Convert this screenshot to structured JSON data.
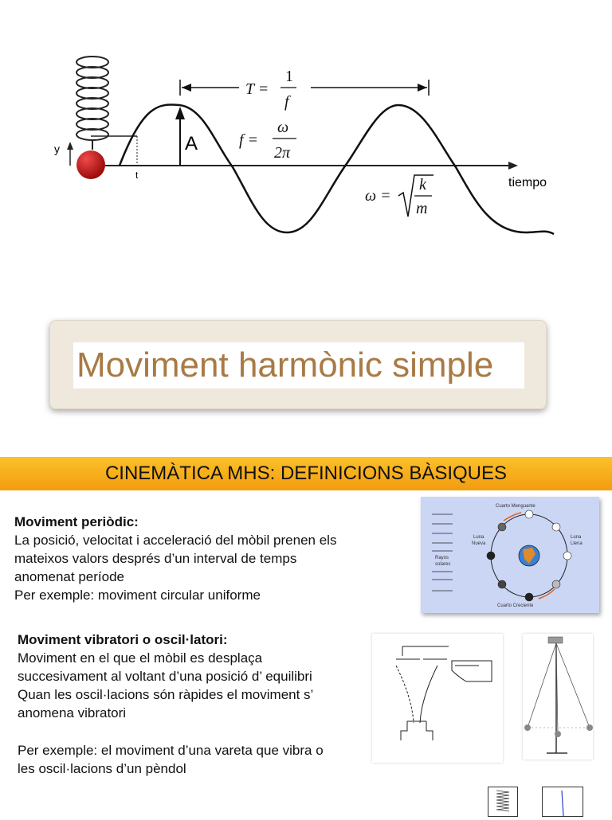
{
  "slide1": {
    "figure": {
      "y_label": "y",
      "t_label": "t",
      "amplitude_label": "A",
      "time_axis_label": "tiempo",
      "period_formula": {
        "lhs": "T =",
        "num": "1",
        "den": "f"
      },
      "freq_formula": {
        "lhs": "f =",
        "num": "ω",
        "den": "2π"
      },
      "omega_formula": {
        "lhs": "ω =",
        "num": "k",
        "den": "m"
      }
    },
    "title": "Moviment harmònic simple"
  },
  "slide2": {
    "header": "CINEMÀTICA MHS: DEFINICIONS BÀSIQUES",
    "periodic": {
      "heading": "Moviment periòdic:",
      "lines": [
        "La posició, velocitat i acceleració del mòbil prenen els",
        "mateixos valors després d’un interval de temps",
        "anomenat període",
        "Per exemple: moviment circular uniforme"
      ]
    },
    "vibratory": {
      "heading": "Moviment vibratori o oscil·latori:",
      "lines": [
        "Moviment en el que el mòbil es desplaça",
        "succesivament al voltant d’una posició d’ equilibri",
        "Quan les oscil·lacions són ràpides el moviment s’",
        "anomena vibratori"
      ]
    },
    "example": {
      "lines": [
        "Per exemple: el moviment d’una vareta que vibra o",
        "les oscil·lacions d’un pèndol"
      ]
    },
    "moon_diagram": {
      "top_label": "Cuarto Menguante",
      "bottom_label": "Cuarto Creciente",
      "left_label_1": "Luna",
      "left_label_2": "Nueva",
      "right_label_1": "Luna",
      "right_label_2": "Llena",
      "rays_label_1": "Rayos",
      "rays_label_2": "solares"
    }
  },
  "colors": {
    "title_text": "#a87a45",
    "header_bar": "#f8ac1b",
    "ball": "#c8102e"
  }
}
